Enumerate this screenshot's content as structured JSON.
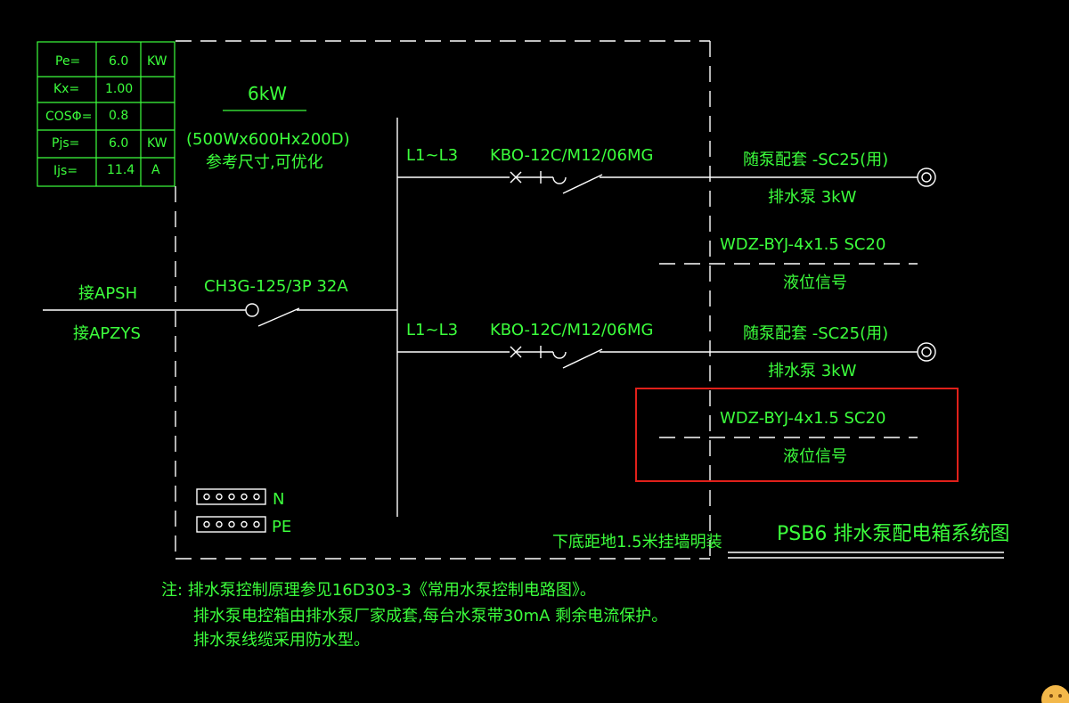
{
  "colors": {
    "background": "#000000",
    "text": "#3cff3c",
    "lines": "#ffffff",
    "highlight": "#e0201a",
    "accent": "#f3b84a"
  },
  "load_table": {
    "rows": [
      {
        "label": "Pe=",
        "value": "6.0",
        "unit": "KW"
      },
      {
        "label": "Kx=",
        "value": "1.00",
        "unit": ""
      },
      {
        "label": "COSΦ=",
        "value": "0.8",
        "unit": ""
      },
      {
        "label": "Pjs=",
        "value": "6.0",
        "unit": "KW"
      },
      {
        "label": "Ijs=",
        "value": "11.4",
        "unit": "A"
      }
    ]
  },
  "panel": {
    "power": "6kW",
    "dimensions": "(500Wx600Hx200D)",
    "dimensions_note": "参考尺寸,可优化",
    "mounting_note": "下底距地1.5米挂墙明装"
  },
  "incoming": {
    "from_top": "接APSH",
    "from_bottom": "接APZYS",
    "breaker": "CH3G-125/3P 32A"
  },
  "circuits": [
    {
      "phase": "L1~L3",
      "device": "KBO-12C/M12/06MG",
      "cable": "随泵配套 -SC25(用)",
      "load": "排水泵 3kW"
    },
    {
      "phase": "L1~L3",
      "device": "KBO-12C/M12/06MG",
      "cable": "随泵配套 -SC25(用)",
      "load": "排水泵 3kW"
    }
  ],
  "signals": [
    {
      "cable": "WDZ-BYJ-4x1.5 SC20",
      "label": "液位信号"
    },
    {
      "cable": "WDZ-BYJ-4x1.5 SC20",
      "label": "液位信号"
    }
  ],
  "terminals": {
    "neutral": "N",
    "earth": "PE"
  },
  "drawing_title": "PSB6 排水泵配电箱系统图",
  "notes": [
    "注: 排水泵控制原理参见16D303-3《常用水泵控制电路图》。",
    "排水泵电控箱由排水泵厂家成套,每台水泵带30mA 剩余电流保护。",
    "排水泵线缆采用防水型。"
  ]
}
